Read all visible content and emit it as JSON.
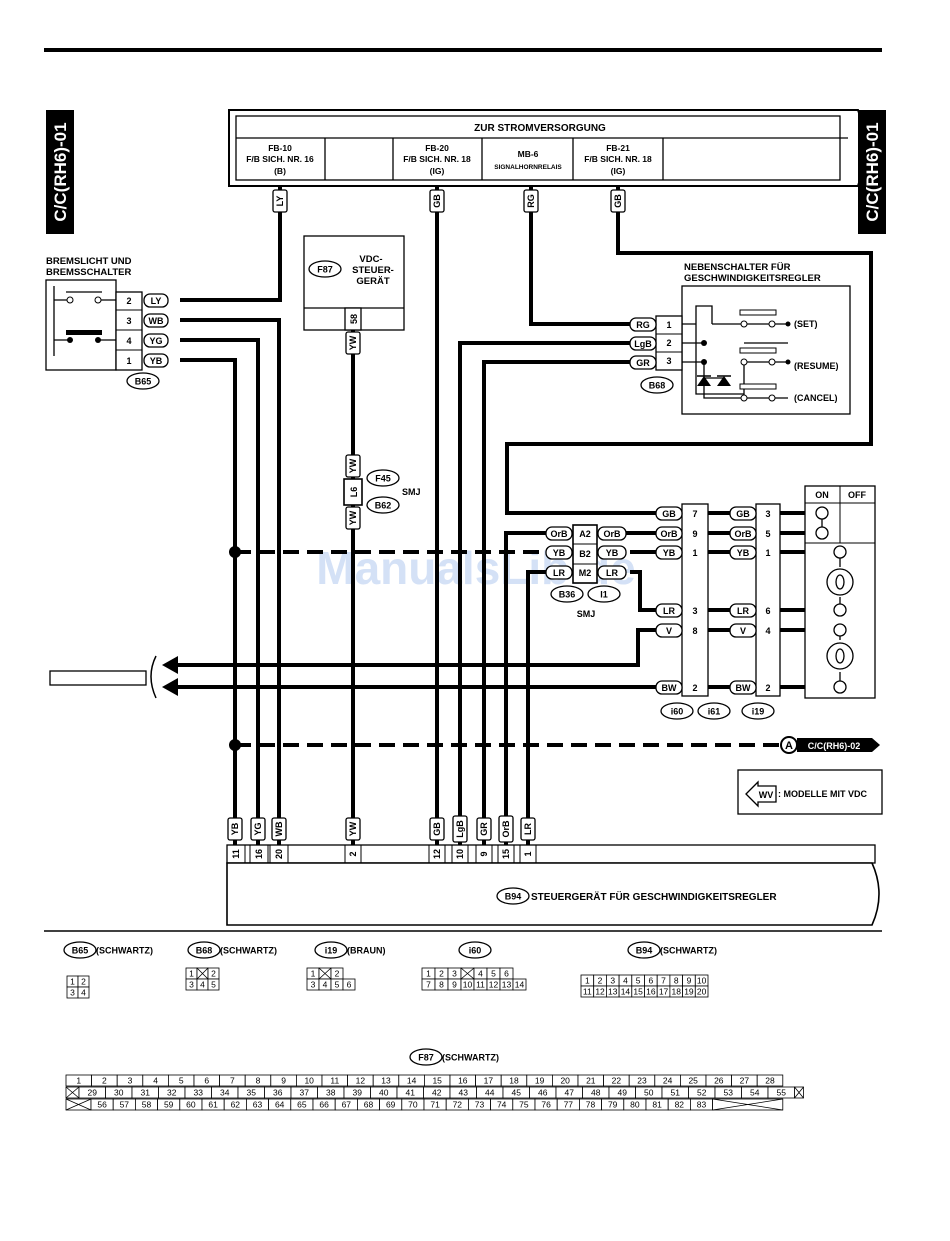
{
  "page": {
    "side_ref_left": "C/C(RH6)-01",
    "side_ref_right": "C/C(RH6)-01",
    "watermark": "ManualsLib.de"
  },
  "power": {
    "title": "ZUR STROMVERSORGUNG",
    "fuses": [
      {
        "line1": "FB-10",
        "line2": "F/B SICH. NR. 16",
        "line3": "(B)"
      },
      {
        "line1": "FB-20",
        "line2": "F/B SICH. NR. 18",
        "line3": "(IG)"
      },
      {
        "line1": "MB-6",
        "line2": "SIGNALHORNRELAIS",
        "line3": ""
      },
      {
        "line1": "FB-21",
        "line2": "F/B SICH. NR. 18",
        "line3": "(IG)"
      }
    ],
    "wires": [
      "LY",
      "GB",
      "RG",
      "GB"
    ]
  },
  "brake_switch": {
    "title1": "BREMSLICHT UND",
    "title2": "BREMSSCHALTER",
    "pins": [
      "2",
      "3",
      "4",
      "1"
    ],
    "wires": [
      "LY",
      "WB",
      "YG",
      "YB"
    ],
    "connector": "B65"
  },
  "vdc": {
    "connector": "F87",
    "label1": "VDC-",
    "label2": "STEUER-",
    "label3": "GERÄT",
    "pin": "58",
    "wire": "YW",
    "smj_pin": "L6",
    "smj_conn1": "F45",
    "smj_conn2": "B62",
    "smj_label": "SMJ"
  },
  "sub_switch": {
    "title1": "NEBENSCHALTER FÜR",
    "title2": "GESCHWINDIGKEITSREGLER",
    "wires": [
      "RG",
      "LgB",
      "GR"
    ],
    "pins": [
      "1",
      "2",
      "3"
    ],
    "connector": "B68",
    "modes": [
      "(SET)",
      "(RESUME)",
      "(CANCEL)"
    ]
  },
  "smj_b36": {
    "left_wires": [
      "OrB",
      "YB",
      "LR"
    ],
    "pins": [
      "A2",
      "B2",
      "M2"
    ],
    "right_wires": [
      "OrB",
      "YB",
      "LR"
    ],
    "connectors": [
      "B36",
      "I1"
    ],
    "label": "SMJ"
  },
  "main_switch": {
    "on": "ON",
    "off": "OFF",
    "wires_a": [
      "GB",
      "OrB",
      "YB",
      "LR",
      "V",
      "BW"
    ],
    "pins_a": [
      "7",
      "9",
      "1",
      "3",
      "8",
      "2"
    ],
    "wires_b": [
      "GB",
      "OrB",
      "YB",
      "LR",
      "V",
      "BW"
    ],
    "pins_b": [
      "3",
      "5",
      "1",
      "6",
      "4",
      "2"
    ],
    "connectors": [
      "i60",
      "i61",
      "i19"
    ]
  },
  "ref_a": {
    "letter": "A",
    "text": "C/C(RH6)-02"
  },
  "legend": {
    "symbol": "WV",
    "text": ": MODELLE MIT VDC"
  },
  "ecu": {
    "connector": "B94",
    "label": "STEUERGERÄT FÜR GESCHWINDIGKEITSREGLER",
    "wires": [
      "YB",
      "YG",
      "WB",
      "YW",
      "GB",
      "LgB",
      "GR",
      "OrB",
      "LR"
    ],
    "pins": [
      "11",
      "16",
      "20",
      "2",
      "12",
      "10",
      "9",
      "15",
      "1"
    ]
  },
  "connector_views": {
    "b65": {
      "name": "B65",
      "color": "(SCHWARTZ)",
      "rows": [
        [
          "1",
          "2"
        ],
        [
          "3",
          "4"
        ]
      ]
    },
    "b68": {
      "name": "B68",
      "color": "(SCHWARTZ)",
      "rows": [
        [
          "1",
          "",
          "2"
        ],
        [
          "3",
          "4",
          "5"
        ]
      ]
    },
    "i19": {
      "name": "i19",
      "color": "(BRAUN)",
      "rows": [
        [
          "1",
          "",
          "2"
        ],
        [
          "3",
          "4",
          "5",
          "6"
        ]
      ]
    },
    "i60": {
      "name": "i60",
      "color": "",
      "rows": [
        [
          "1",
          "2",
          "3",
          "",
          "4",
          "5",
          "6"
        ],
        [
          "7",
          "8",
          "9",
          "10",
          "11",
          "12",
          "13",
          "14"
        ]
      ]
    },
    "b94": {
      "name": "B94",
      "color": "(SCHWARTZ)",
      "rows": [
        [
          "1",
          "2",
          "3",
          "4",
          "5",
          "6",
          "7",
          "8",
          "9",
          "10"
        ],
        [
          "11",
          "12",
          "13",
          "14",
          "15",
          "16",
          "17",
          "18",
          "19",
          "20"
        ]
      ]
    },
    "f87": {
      "name": "F87",
      "color": "(SCHWARTZ)",
      "row1": [
        "1",
        "2",
        "3",
        "4",
        "5",
        "6",
        "7",
        "8",
        "9",
        "10",
        "11",
        "12",
        "13",
        "14",
        "15",
        "16",
        "17",
        "18",
        "19",
        "20",
        "21",
        "22",
        "23",
        "24",
        "25",
        "26",
        "27",
        "28"
      ],
      "row2": [
        "29",
        "30",
        "31",
        "32",
        "33",
        "34",
        "35",
        "36",
        "37",
        "38",
        "39",
        "40",
        "41",
        "42",
        "43",
        "44",
        "45",
        "46",
        "47",
        "48",
        "49",
        "50",
        "51",
        "52",
        "53",
        "54",
        "55"
      ],
      "row3": [
        "56",
        "57",
        "58",
        "59",
        "60",
        "61",
        "62",
        "63",
        "64",
        "65",
        "66",
        "67",
        "68",
        "69",
        "70",
        "71",
        "72",
        "73",
        "74",
        "75",
        "76",
        "77",
        "78",
        "79",
        "80",
        "81",
        "82",
        "83"
      ]
    }
  }
}
